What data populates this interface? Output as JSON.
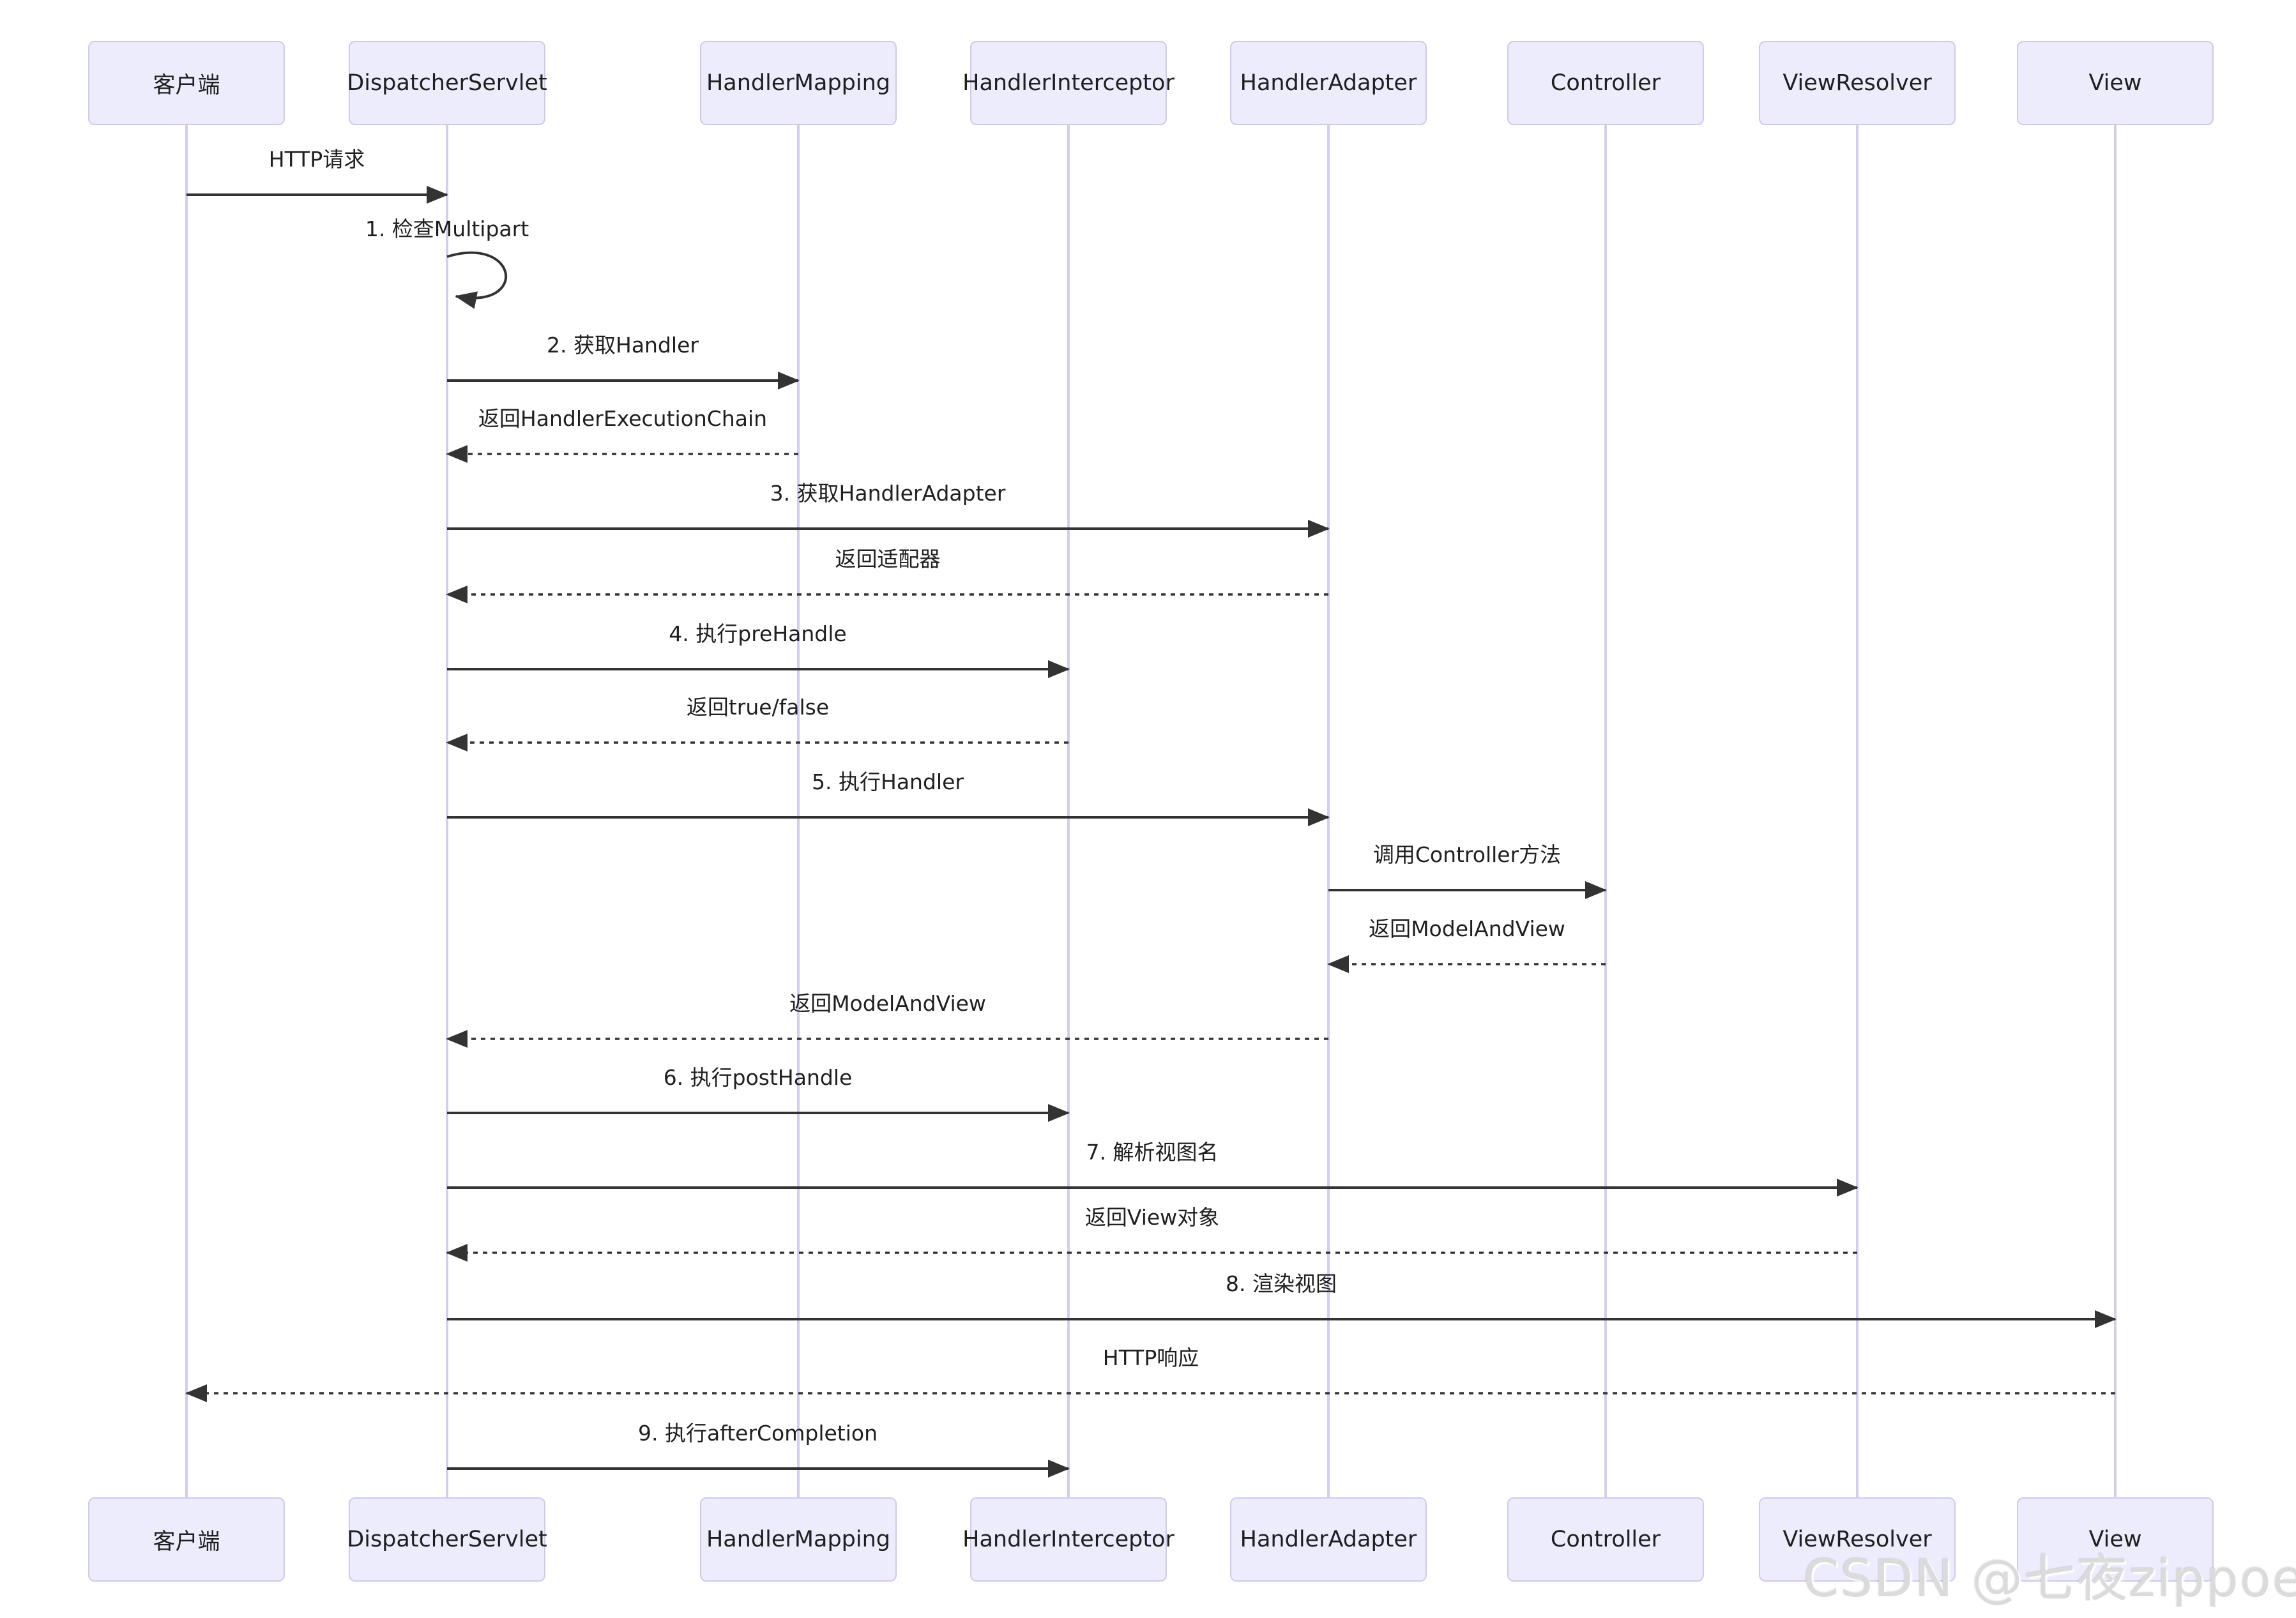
{
  "diagram": {
    "participants": [
      "客户端",
      "DispatcherServlet",
      "HandlerMapping",
      "HandlerInterceptor",
      "HandlerAdapter",
      "Controller",
      "ViewResolver",
      "View"
    ],
    "messages": [
      {
        "from": 0,
        "to": 1,
        "label": "HTTP请求",
        "style": "solid"
      },
      {
        "from": 1,
        "to": 1,
        "label": "1. 检查Multipart",
        "style": "self"
      },
      {
        "from": 1,
        "to": 2,
        "label": "2. 获取Handler",
        "style": "solid"
      },
      {
        "from": 2,
        "to": 1,
        "label": "返回HandlerExecutionChain",
        "style": "dashed"
      },
      {
        "from": 1,
        "to": 4,
        "label": "3. 获取HandlerAdapter",
        "style": "solid"
      },
      {
        "from": 4,
        "to": 1,
        "label": "返回适配器",
        "style": "dashed"
      },
      {
        "from": 1,
        "to": 3,
        "label": "4. 执行preHandle",
        "style": "solid"
      },
      {
        "from": 3,
        "to": 1,
        "label": "返回true/false",
        "style": "dashed"
      },
      {
        "from": 1,
        "to": 4,
        "label": "5. 执行Handler",
        "style": "solid"
      },
      {
        "from": 4,
        "to": 5,
        "label": "调用Controller方法",
        "style": "solid"
      },
      {
        "from": 5,
        "to": 4,
        "label": "返回ModelAndView",
        "style": "dashed"
      },
      {
        "from": 4,
        "to": 1,
        "label": "返回ModelAndView",
        "style": "dashed"
      },
      {
        "from": 1,
        "to": 3,
        "label": "6. 执行postHandle",
        "style": "solid"
      },
      {
        "from": 1,
        "to": 6,
        "label": "7. 解析视图名",
        "style": "solid"
      },
      {
        "from": 6,
        "to": 1,
        "label": "返回View对象",
        "style": "dashed"
      },
      {
        "from": 1,
        "to": 7,
        "label": "8. 渲染视图",
        "style": "solid"
      },
      {
        "from": 7,
        "to": 0,
        "label": "HTTP响应",
        "style": "dashed"
      },
      {
        "from": 1,
        "to": 3,
        "label": "9. 执行afterCompletion",
        "style": "solid"
      }
    ],
    "watermark": "CSDN @七夜zippoe",
    "colors": {
      "actor_fill": "#ececfc",
      "actor_border": "#cfc9ee",
      "lifeline": "#d5cdf0",
      "arrow": "#333333",
      "text": "#1f1f1f",
      "watermark": "#dbdbdb"
    }
  }
}
